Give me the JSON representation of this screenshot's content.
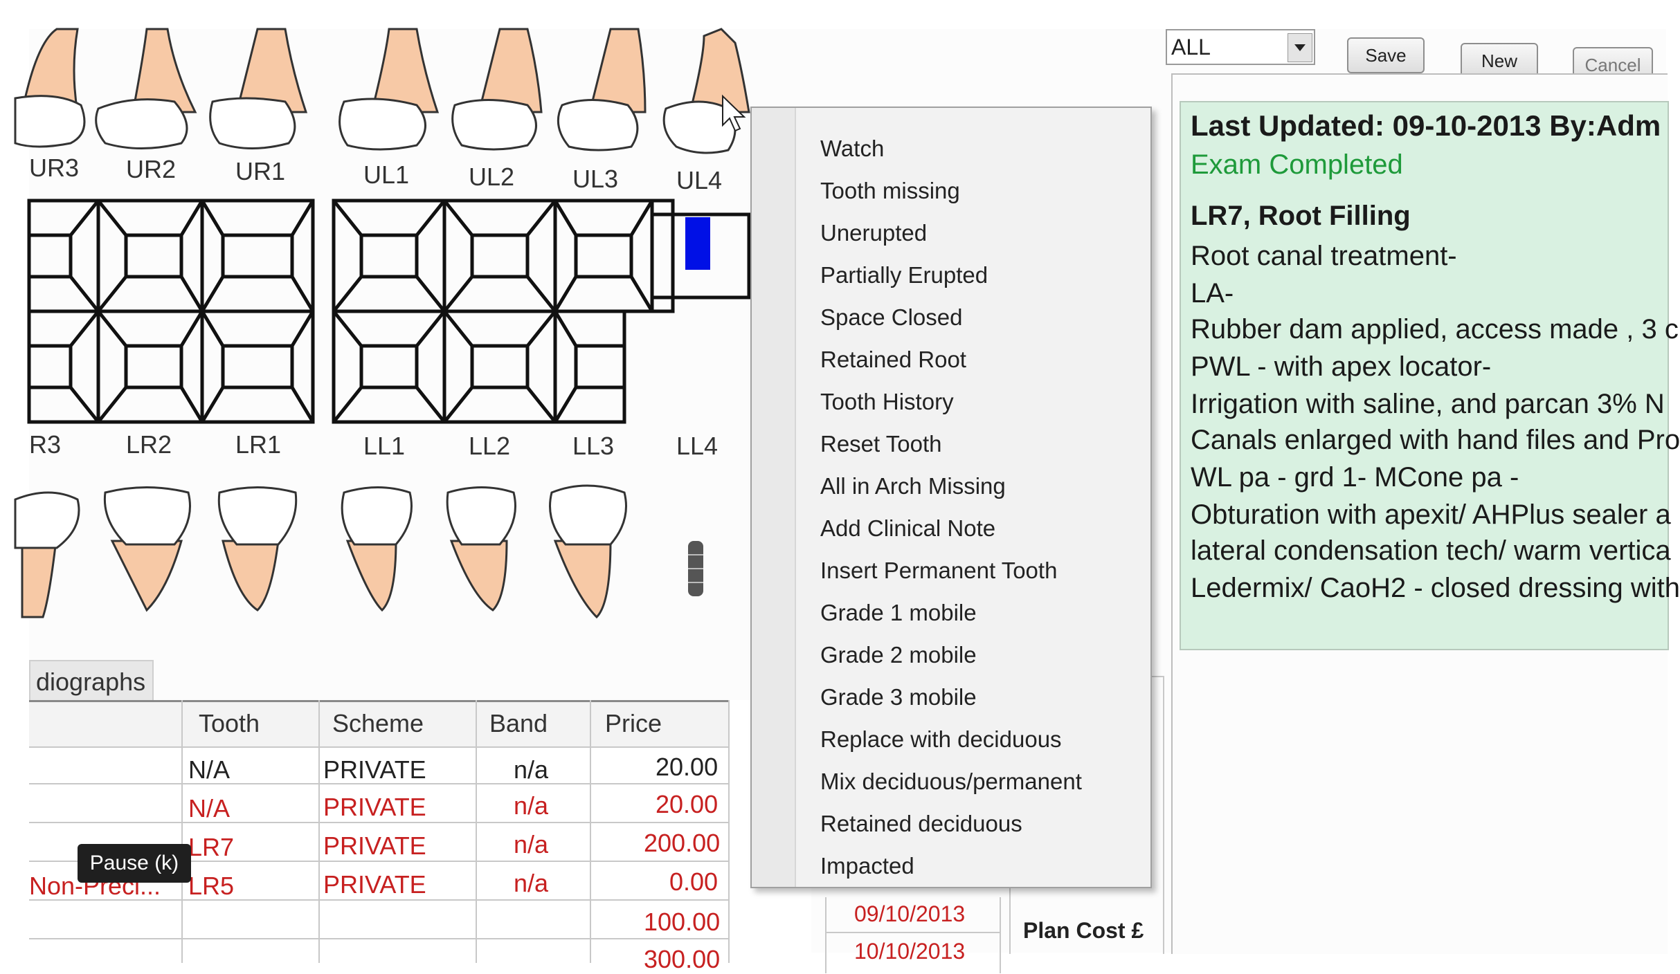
{
  "upper_labels": [
    "UR3",
    "UR2",
    "UR1",
    "UL1",
    "UL2",
    "UL3",
    "UL4"
  ],
  "lower_labels": [
    "R3",
    "LR2",
    "LR1",
    "LL1",
    "LL2",
    "LL3",
    "LL4"
  ],
  "tab": {
    "label": "diographs"
  },
  "table": {
    "headers": [
      "Tooth",
      "Scheme",
      "Band",
      "Price"
    ],
    "rows": [
      {
        "desc": "",
        "tooth": "N/A",
        "scheme": "PRIVATE",
        "band": "n/a",
        "price": "20.00",
        "date": "",
        "red": false
      },
      {
        "desc": "",
        "tooth": "N/A",
        "scheme": "PRIVATE",
        "band": "n/a",
        "price": "20.00",
        "date": "",
        "red": true
      },
      {
        "desc": "",
        "tooth": "LR7",
        "scheme": "PRIVATE",
        "band": "n/a",
        "price": "200.00",
        "date": "",
        "red": true
      },
      {
        "desc": "Non-Preci...",
        "tooth": "LR5",
        "scheme": "PRIVATE",
        "band": "n/a",
        "price": "0.00",
        "date": "",
        "red": true
      },
      {
        "desc": "",
        "tooth": "",
        "scheme": "",
        "band": "",
        "price": "100.00",
        "date": "09/10/2013",
        "red": true
      },
      {
        "desc": "",
        "tooth": "",
        "scheme": "",
        "band": "",
        "price": "300.00",
        "date": "10/10/2013",
        "red": true
      }
    ]
  },
  "context_menu": {
    "items": [
      "Watch",
      "Tooth missing",
      "Unerupted",
      "Partially Erupted",
      "Space Closed",
      "Retained Root",
      "Tooth History",
      "Reset Tooth",
      "All in Arch Missing",
      "Add Clinical Note",
      "Insert Permanent Tooth",
      "Grade 1 mobile",
      "Grade 2 mobile",
      "Grade 3 mobile",
      "Replace with deciduous",
      "Mix deciduous/permanent",
      "Retained deciduous",
      "Impacted"
    ]
  },
  "toolbar": {
    "filter_value": "ALL",
    "save": "Save",
    "new": "New",
    "cancel": "Cancel"
  },
  "notes": {
    "last_updated": "Last Updated: 09-10-2013 By:Adm",
    "status": "Exam Completed",
    "heading": "LR7, Root Filling",
    "lines": [
      "Root canal treatment-",
      " LA-",
      " Rubber dam applied, access made , 3 c",
      " PWL - with apex locator-",
      " Irrigation with saline, and parcan 3% N",
      " Canals enlarged with hand files and Pro",
      " WL pa - grd 1- MCone pa -",
      " Obturation with apexit/ AHPlus sealer a",
      " lateral condensation tech/ warm vertica",
      " Ledermix/ CaoH2 - closed dressing with"
    ]
  },
  "plan_cost_label": "Plan Cost £",
  "tooltip": "Pause (k)",
  "colors": {
    "menu_bg": "#f2f2f2",
    "note_bg": "#d9f1e1",
    "selected_surface": "#0010e6",
    "tooth_root": "#f7c9a6",
    "error_red": "#c72020",
    "status_green": "#1e9a3a"
  }
}
